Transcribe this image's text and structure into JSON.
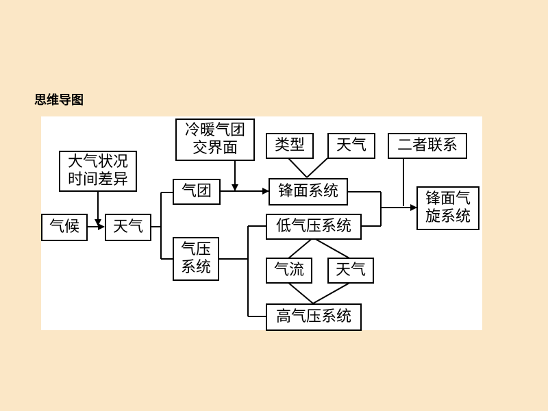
{
  "heading": "思维导图",
  "nodes": {
    "qihou": "气候",
    "tianqi_main": "天气",
    "daqi": "大气状况\n时间差异",
    "lengnuan": "冷暖气团\n交界面",
    "leixing": "类型",
    "tianqi_front": "天气",
    "lianxi": "二者联系",
    "qituan": "气团",
    "fengmian": "锋面系统",
    "fengmianqixuan": "锋面气\n旋系统",
    "qiya": "气压\n系统",
    "diqiya": "低气压系统",
    "qiliu": "气流",
    "tianqi_pressure": "天气",
    "gaoqiya": "高气压系统"
  }
}
